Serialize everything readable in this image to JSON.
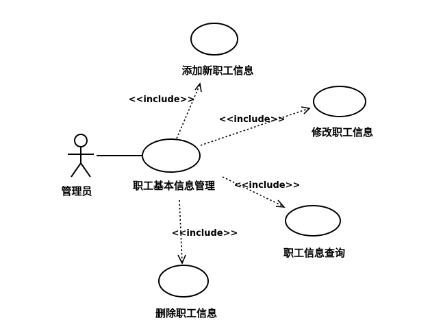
{
  "actor": {
    "label": "管理员"
  },
  "main_use_case": {
    "label": "职工基本信息管理"
  },
  "included_use_cases": [
    {
      "id": "add",
      "label": "添加新职工信息",
      "relation": "<<include>>"
    },
    {
      "id": "modify",
      "label": "修改职工信息",
      "relation": "<<include>>"
    },
    {
      "id": "query",
      "label": "职工信息查询",
      "relation": "<<include>>"
    },
    {
      "id": "delete",
      "label": "删除职工信息",
      "relation": "<<include>>"
    }
  ]
}
